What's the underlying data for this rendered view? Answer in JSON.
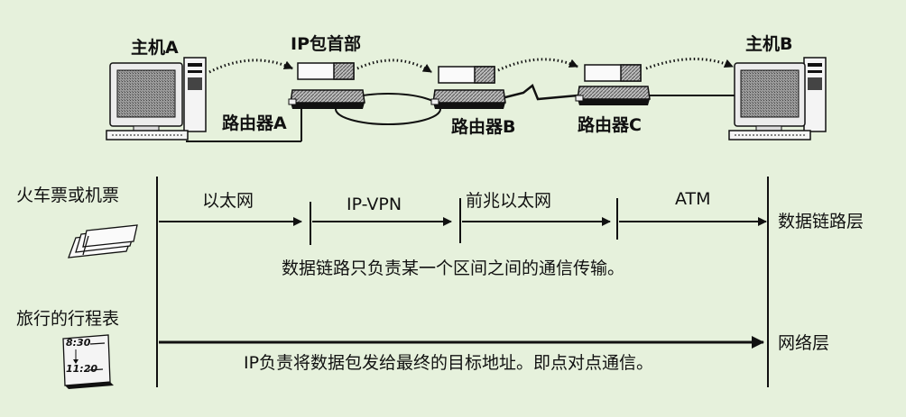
{
  "hosts": {
    "host_a": "主机A",
    "host_b": "主机B"
  },
  "ip_header": "IP包首部",
  "routers": [
    "路由器A",
    "路由器B",
    "路由器C"
  ],
  "analogy": {
    "ticket": "火车票或机票",
    "itinerary": "旅行的行程表",
    "schedule_times": [
      "8:30",
      "11:20"
    ]
  },
  "datalink_segments": [
    "以太网",
    "IP-VPN",
    "前兆以太网",
    "ATM"
  ],
  "layers": {
    "datalink": "数据链路层",
    "network": "网络层"
  },
  "captions": {
    "datalink": "数据链路只负责某一个区间之间的通信传输。",
    "network": "IP负责将数据包发给最终的目标地址。即点对点通信。"
  }
}
